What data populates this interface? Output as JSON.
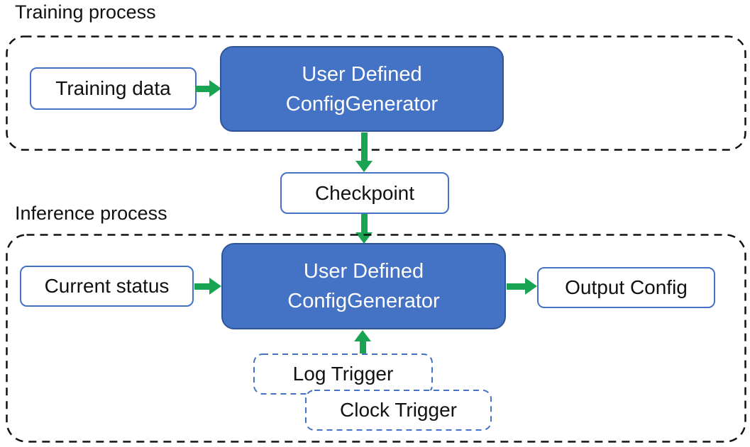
{
  "colors": {
    "accent_blue": "#4472C4",
    "accent_blue_dark": "#2F5597",
    "arrow_green": "#18A452",
    "container_dash": "#111111"
  },
  "sections": {
    "training": {
      "label": "Training process"
    },
    "inference": {
      "label": "Inference process"
    }
  },
  "nodes": {
    "training_data": {
      "label": "Training data"
    },
    "config_generator_training": {
      "label_line1": "User Defined",
      "label_line2": "ConfigGenerator"
    },
    "checkpoint": {
      "label": "Checkpoint"
    },
    "current_status": {
      "label": "Current status"
    },
    "config_generator_inference": {
      "label_line1": "User Defined",
      "label_line2": "ConfigGenerator"
    },
    "output_config": {
      "label": "Output Config"
    },
    "log_trigger": {
      "label": "Log Trigger"
    },
    "clock_trigger": {
      "label": "Clock Trigger"
    }
  }
}
